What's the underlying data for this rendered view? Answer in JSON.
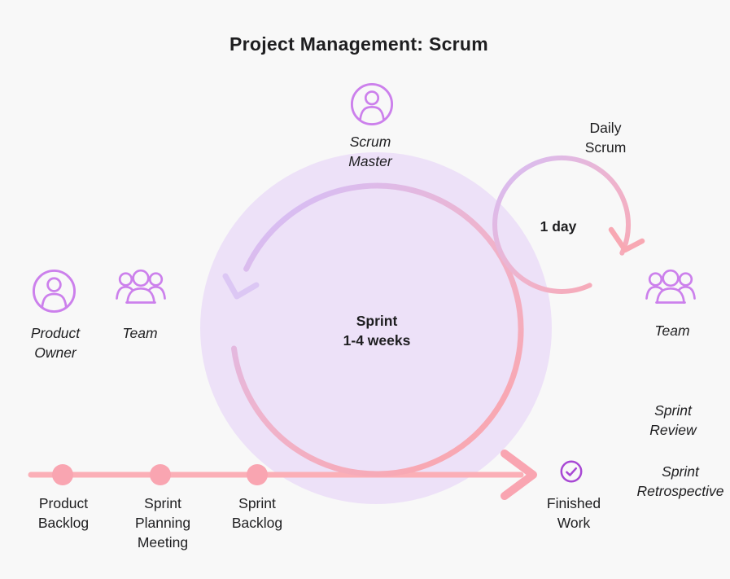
{
  "title": "Project Management: Scrum",
  "colors": {
    "bg": "#F8F8F8",
    "text": "#1E1E20",
    "circle_fill": "#EDE1F8",
    "arc_purple": "#D8BDF2",
    "arc_purple_light": "#DCC7F4",
    "arc_mid": "#EFB3CC",
    "arc_pink": "#F8A8B3",
    "line_pink": "#FBAFB7",
    "dot_pink": "#F9A5B1",
    "icon_purple": "#CC80EC",
    "check_purple": "#A848D4"
  },
  "cycle": {
    "sprint_line1": "Sprint",
    "sprint_line2": "1-4 weeks",
    "daily_line1": "Daily",
    "daily_line2": "Scrum",
    "daily_duration": "1 day"
  },
  "actors": {
    "scrum_master": {
      "line1": "Scrum",
      "line2": "Master",
      "icon": "person-circle-icon"
    },
    "product_owner": {
      "line1": "Product",
      "line2": "Owner",
      "icon": "person-circle-icon"
    },
    "team_left": {
      "label": "Team",
      "icon": "team-icon"
    },
    "team_right": {
      "label": "Team",
      "icon": "team-icon"
    }
  },
  "timeline": {
    "stops": [
      {
        "line1": "Product",
        "line2": "Backlog"
      },
      {
        "line1": "Sprint",
        "line2": "Planning",
        "line3": "Meeting"
      },
      {
        "line1": "Sprint",
        "line2": "Backlog"
      }
    ],
    "finished": {
      "line1": "Finished",
      "line2": "Work",
      "icon": "check-circle-icon"
    }
  },
  "events": {
    "sprint_review": {
      "line1": "Sprint",
      "line2": "Review"
    },
    "sprint_retrospective": {
      "line1": "Sprint",
      "line2": "Retrospective"
    }
  }
}
